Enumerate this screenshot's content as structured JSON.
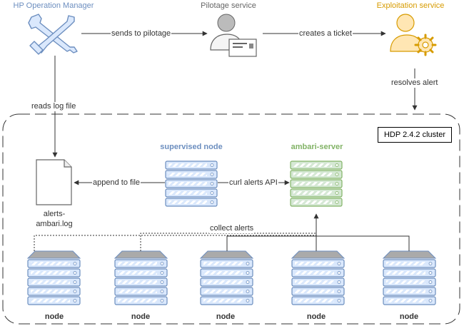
{
  "actors": {
    "hp_operation_manager": {
      "label": "HP Operation Manager",
      "color": "#6c8ebf"
    },
    "pilotage_service": {
      "label": "Pilotage service",
      "color": "#666666"
    },
    "exploitation_service": {
      "label": "Exploitation service",
      "color": "#d79b00"
    }
  },
  "edges": {
    "sends_to_pilotage": "sends to pilotage",
    "creates_a_ticket": "creates a ticket",
    "resolves_alert": "resolves alert",
    "reads_log_file": "reads log file",
    "append_to_file": "append to file",
    "curl_alerts_api": "curl alerts API",
    "collect_alerts": "collect alerts"
  },
  "cluster": {
    "label": "HDP 2.4.2 cluster"
  },
  "log_file": {
    "label_line1": "alerts-",
    "label_line2": "ambari.log"
  },
  "supervised_node": {
    "label": "supervised node",
    "color": "#6c8ebf"
  },
  "ambari_server": {
    "label": "ambari-server",
    "color": "#82b366"
  },
  "nodes": [
    {
      "label": "node"
    },
    {
      "label": "node"
    },
    {
      "label": "node"
    },
    {
      "label": "node"
    },
    {
      "label": "node"
    }
  ]
}
